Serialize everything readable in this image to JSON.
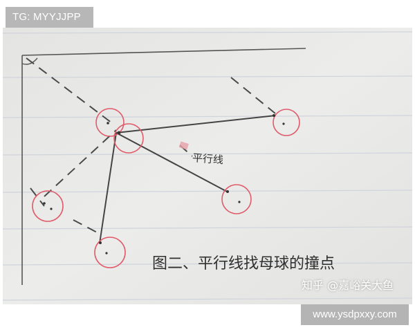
{
  "watermarks": {
    "top_left_tag": "TG: MYYJJPP",
    "zhihu_credit": "知乎 @嘉峪关大鱼",
    "bottom_right_url": "www.ysdpxxy.com"
  },
  "photo": {
    "handwritten_labels": {
      "parallel_label": "平行线",
      "caption": "图二、平行线找母球的撞点"
    },
    "colors": {
      "paper": "#e9e9e6",
      "ruled_line": "#cfd3dc",
      "pencil": "#4a4a4a",
      "red_ink": "#e05a6a",
      "margin_line": "#555555"
    }
  }
}
